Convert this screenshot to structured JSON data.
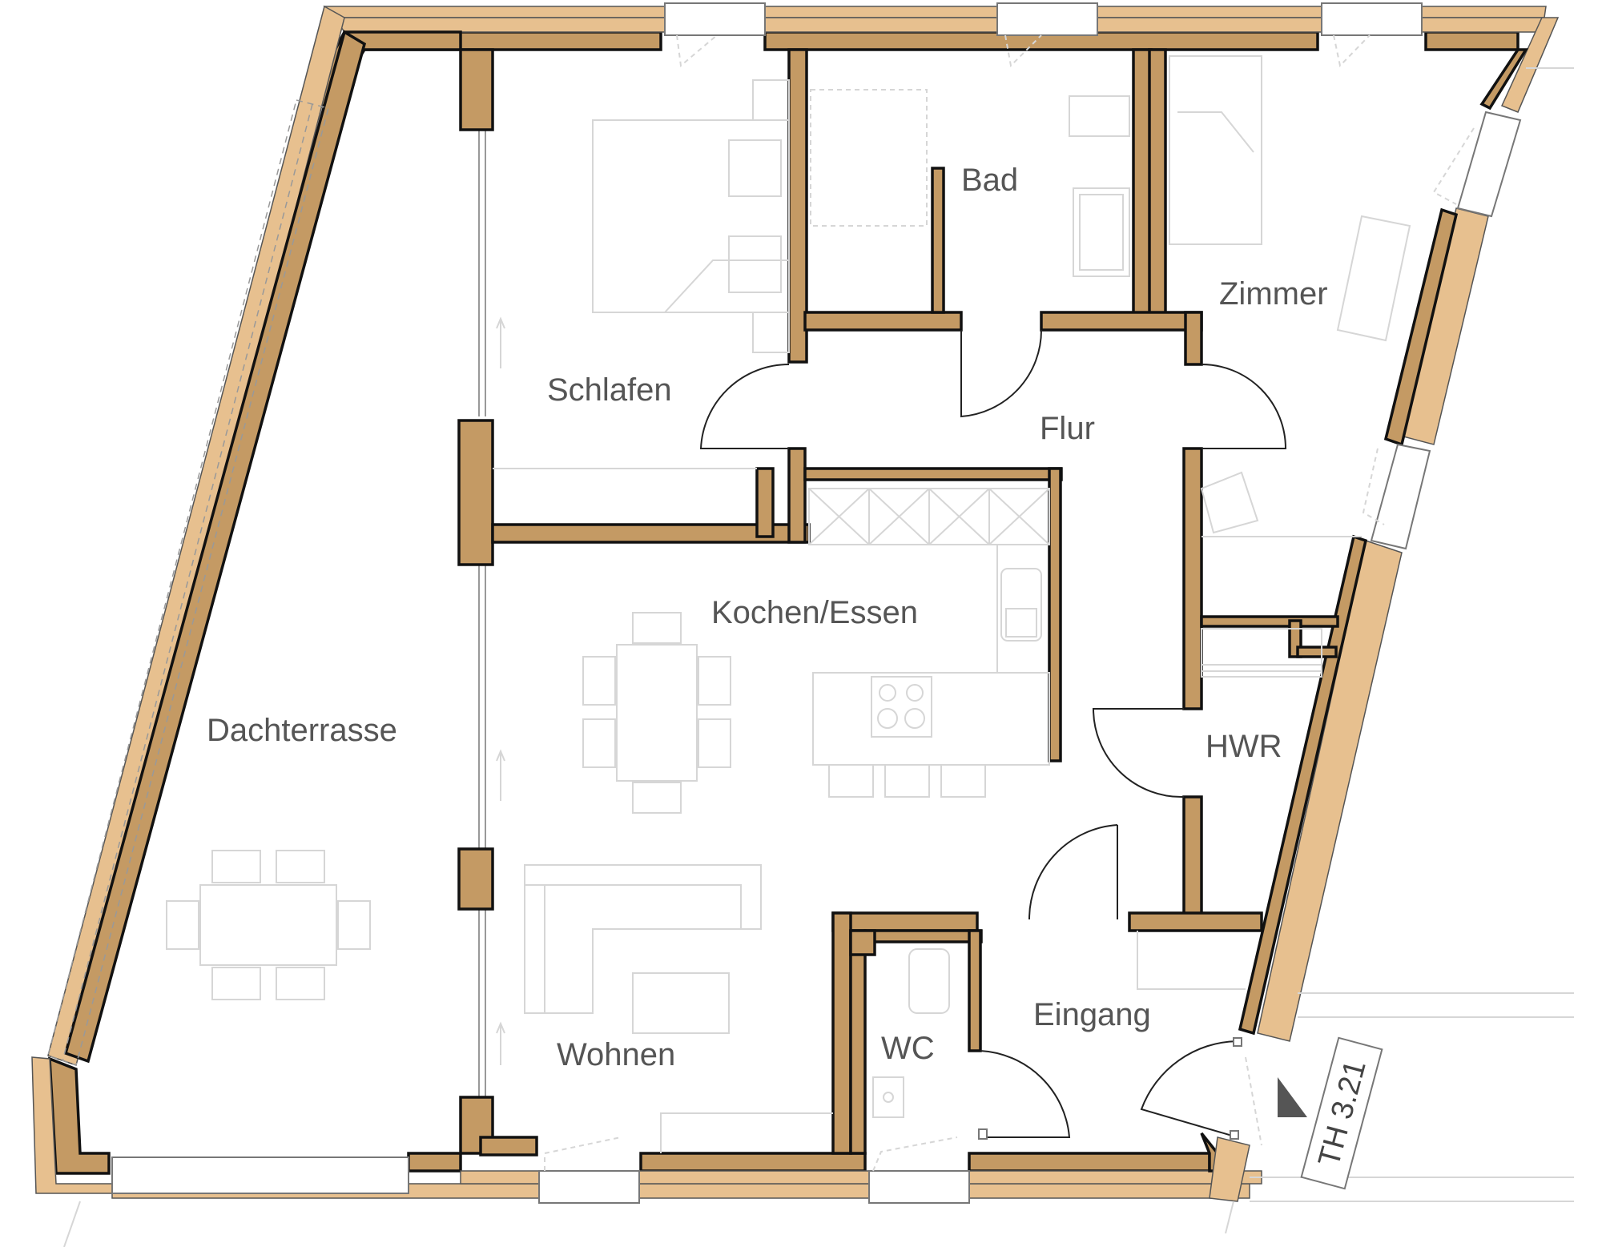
{
  "rooms": {
    "dachterrasse": "Dachterrasse",
    "schlafen": "Schlafen",
    "bad": "Bad",
    "zimmer": "Zimmer",
    "flur": "Flur",
    "kochen_essen": "Kochen/Essen",
    "hwr": "HWR",
    "wohnen": "Wohnen",
    "wc": "WC",
    "eingang": "Eingang"
  },
  "stair_tag": "TH 3.21",
  "colors": {
    "wall_fill": "#c49a64",
    "insulation_fill": "#e7c08f",
    "wall_outline": "#111111",
    "furniture_line": "#d6d6d6",
    "label_text": "#555555"
  }
}
